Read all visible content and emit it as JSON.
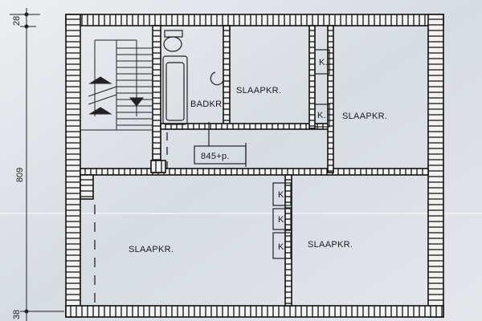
{
  "dimensions": {
    "top": "28",
    "height": "809",
    "bottom": "38"
  },
  "rooms": {
    "bathroom": "BADKR",
    "bedroom_top": "SLAAPKR.",
    "bedroom_right": "SLAAPKR.",
    "bedroom_bottom_left": "SLAAPKR.",
    "bedroom_bottom_right": "SLAAPKR."
  },
  "closets": [
    "K.",
    "K.",
    "K",
    "K",
    "K"
  ],
  "level_mark": "845+p."
}
